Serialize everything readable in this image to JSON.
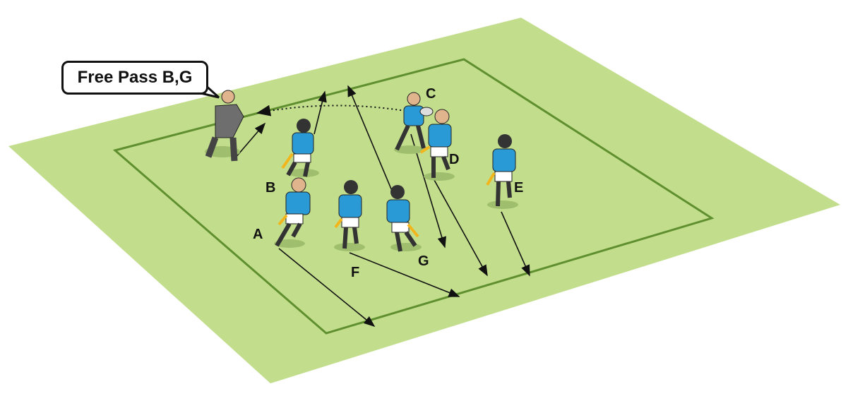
{
  "callout": "Free Pass B,G",
  "players": [
    {
      "label": "A"
    },
    {
      "label": "B"
    },
    {
      "label": "C"
    },
    {
      "label": "D"
    },
    {
      "label": "E"
    },
    {
      "label": "F"
    },
    {
      "label": "G"
    }
  ],
  "colors": {
    "field": "#c2de8c",
    "lines": "#5f8f2e",
    "jersey": "#2a9ad6",
    "coach": "#6e6e6e",
    "tag": "#f2b61c"
  }
}
